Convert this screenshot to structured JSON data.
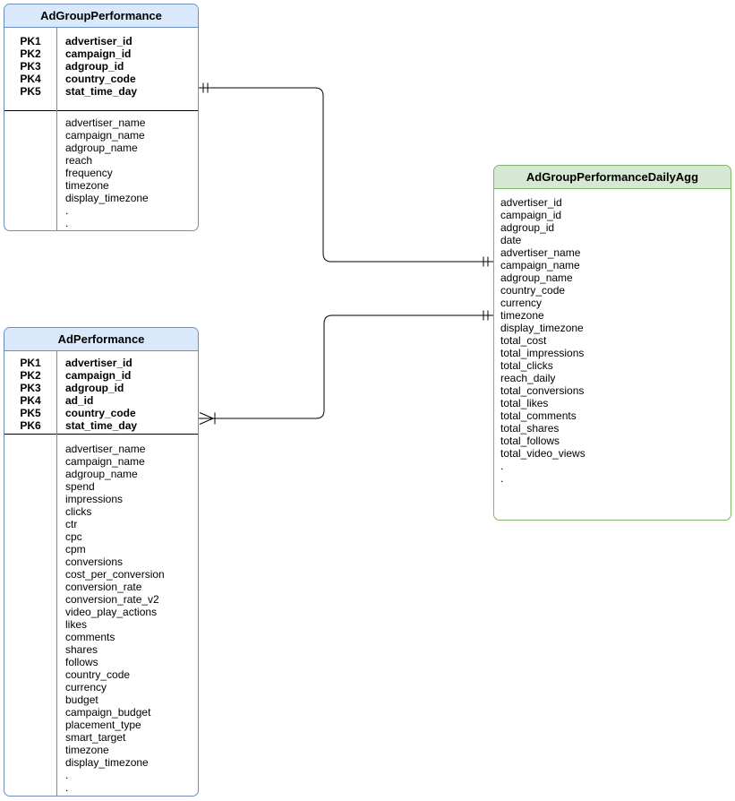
{
  "diagram": {
    "connector_color": "#000000",
    "tables": [
      {
        "title": "AdGroupPerformance",
        "theme": "blue",
        "header_bg": "#dae8fc",
        "border_color": "#6c8ebf",
        "primary_keys": [
          {
            "label": "PK1",
            "field": "advertiser_id"
          },
          {
            "label": "PK2",
            "field": "campaign_id"
          },
          {
            "label": "PK3",
            "field": "adgroup_id"
          },
          {
            "label": "PK4",
            "field": "country_code"
          },
          {
            "label": "PK5",
            "field": "stat_time_day"
          }
        ],
        "fields": [
          "advertiser_name",
          "campaign_name",
          "adgroup_name",
          "reach",
          "frequency",
          "timezone",
          "display_timezone",
          ".",
          "."
        ]
      },
      {
        "title": "AdPerformance",
        "theme": "blue",
        "header_bg": "#dae8fc",
        "border_color": "#6c8ebf",
        "primary_keys": [
          {
            "label": "PK1",
            "field": "advertiser_id"
          },
          {
            "label": "PK2",
            "field": "campaign_id"
          },
          {
            "label": "PK3",
            "field": "adgroup_id"
          },
          {
            "label": "PK4",
            "field": "ad_id"
          },
          {
            "label": "PK5",
            "field": "country_code"
          },
          {
            "label": "PK6",
            "field": "stat_time_day"
          }
        ],
        "fields": [
          "advertiser_name",
          "campaign_name",
          "adgroup_name",
          "spend",
          "impressions",
          "clicks",
          "ctr",
          "cpc",
          "cpm",
          "conversions",
          "cost_per_conversion",
          "conversion_rate",
          "conversion_rate_v2",
          "video_play_actions",
          "likes",
          "comments",
          "shares",
          "follows",
          "country_code",
          "currency",
          "budget",
          "campaign_budget",
          "placement_type",
          "smart_target",
          "timezone",
          "display_timezone",
          ".",
          "."
        ]
      },
      {
        "title": "AdGroupPerformanceDailyAgg",
        "theme": "green",
        "header_bg": "#d5e8d4",
        "border_color": "#82b366",
        "primary_keys": [],
        "fields": [
          "advertiser_id",
          "campaign_id",
          "adgroup_id",
          "date",
          "advertiser_name",
          "campaign_name",
          "adgroup_name",
          "country_code",
          "currency",
          "timezone",
          "display_timezone",
          "total_cost",
          "total_impressions",
          "total_clicks",
          "reach_daily",
          "total_conversions",
          "total_likes",
          "total_comments",
          "total_shares",
          "total_follows",
          "total_video_views",
          ".",
          "."
        ]
      }
    ],
    "relationships": [
      {
        "from": "AdGroupPerformance",
        "to": "AdGroupPerformanceDailyAgg",
        "from_cardinality": "one-and-only-one",
        "to_cardinality": "one-and-only-one"
      },
      {
        "from": "AdPerformance",
        "to": "AdGroupPerformanceDailyAgg",
        "from_cardinality": "one-or-many",
        "to_cardinality": "one-and-only-one"
      }
    ]
  }
}
